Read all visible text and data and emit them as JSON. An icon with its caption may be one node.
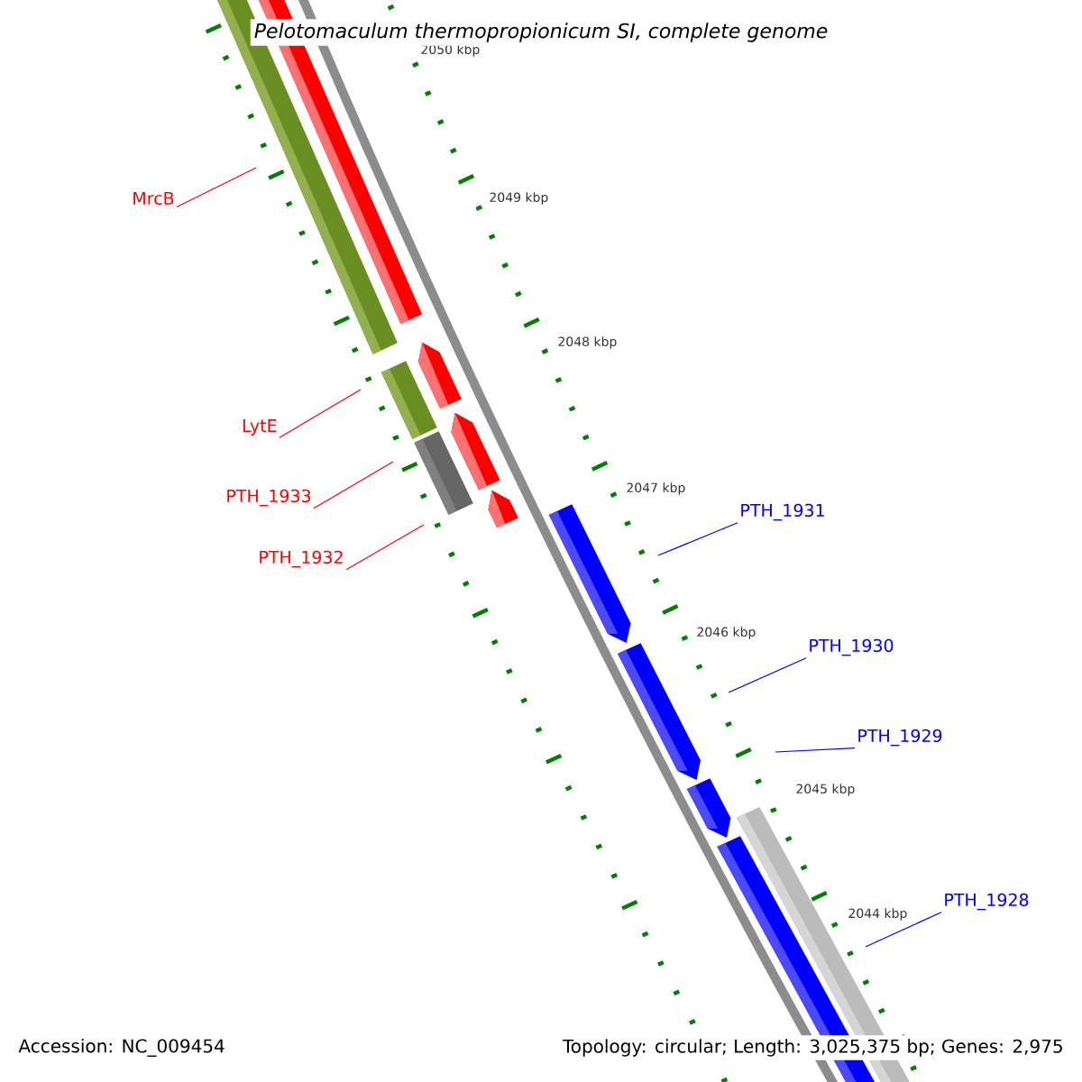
{
  "diagram": {
    "title": "Pelotomaculum thermopropionicum SI, complete genome",
    "nodes": [
      {
        "text": [
          "MrcB"
        ]
      },
      {
        "text": [
          "LytE"
        ]
      },
      {
        "text": [
          "PTH_1933"
        ]
      },
      {
        "text": [
          "PTH_1932"
        ]
      },
      {
        "text": [
          "PTH_1931"
        ]
      },
      {
        "text": [
          "PTH_1930"
        ]
      },
      {
        "text": [
          "PTH_1929"
        ]
      },
      {
        "text": [
          "PTH_1928"
        ]
      }
    ],
    "edges": [
      {
        "from": 0,
        "to": null,
        "arrow": "none",
        "color": "#ff0000"
      },
      {
        "from": 1,
        "to": null,
        "arrow": "none",
        "color": "#ff0000"
      },
      {
        "from": 2,
        "to": null,
        "arrow": "none",
        "color": "#ff0000"
      },
      {
        "from": 3,
        "to": null,
        "arrow": "none",
        "color": "#ff0000"
      },
      {
        "from": 4,
        "to": null,
        "arrow": "none",
        "color": "#0000ff"
      },
      {
        "from": 5,
        "to": null,
        "arrow": "none",
        "color": "#0000ff"
      },
      {
        "from": 6,
        "to": null,
        "arrow": "none",
        "color": "#0000ff"
      },
      {
        "from": 7,
        "to": null,
        "arrow": "none",
        "color": "#0000ff"
      }
    ],
    "labels": [
      "2050 kbp",
      "2049 kbp",
      "2048 kbp",
      "2047 kbp",
      "2046 kbp",
      "2045 kbp",
      "2044 kbp",
      "Accession: NC_009454",
      "Topology: circular; Length: 3,025,375 bp; Genes: 2,975"
    ]
  }
}
